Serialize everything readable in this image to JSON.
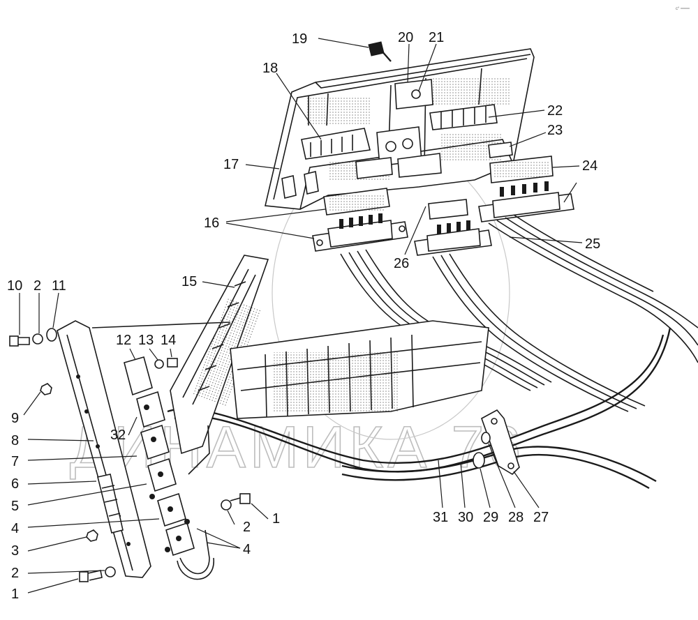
{
  "watermark": "ДИНАМИКА 76",
  "corner_mark": "c° ═══",
  "callouts": {
    "c1a": "1",
    "c1b": "1",
    "c2a": "2",
    "c2b": "2",
    "c2c": "2",
    "c3": "3",
    "c4a": "4",
    "c4b": "4",
    "c5": "5",
    "c6": "6",
    "c7": "7",
    "c8": "8",
    "c9": "9",
    "c10": "10",
    "c11": "11",
    "c12": "12",
    "c13": "13",
    "c14": "14",
    "c15": "15",
    "c16": "16",
    "c17": "17",
    "c18": "18",
    "c19": "19",
    "c20": "20",
    "c21": "21",
    "c22": "22",
    "c23": "23",
    "c24": "24",
    "c25": "25",
    "c26": "26",
    "c27": "27",
    "c28": "28",
    "c29": "29",
    "c30": "30",
    "c31": "31",
    "c32": "32"
  }
}
